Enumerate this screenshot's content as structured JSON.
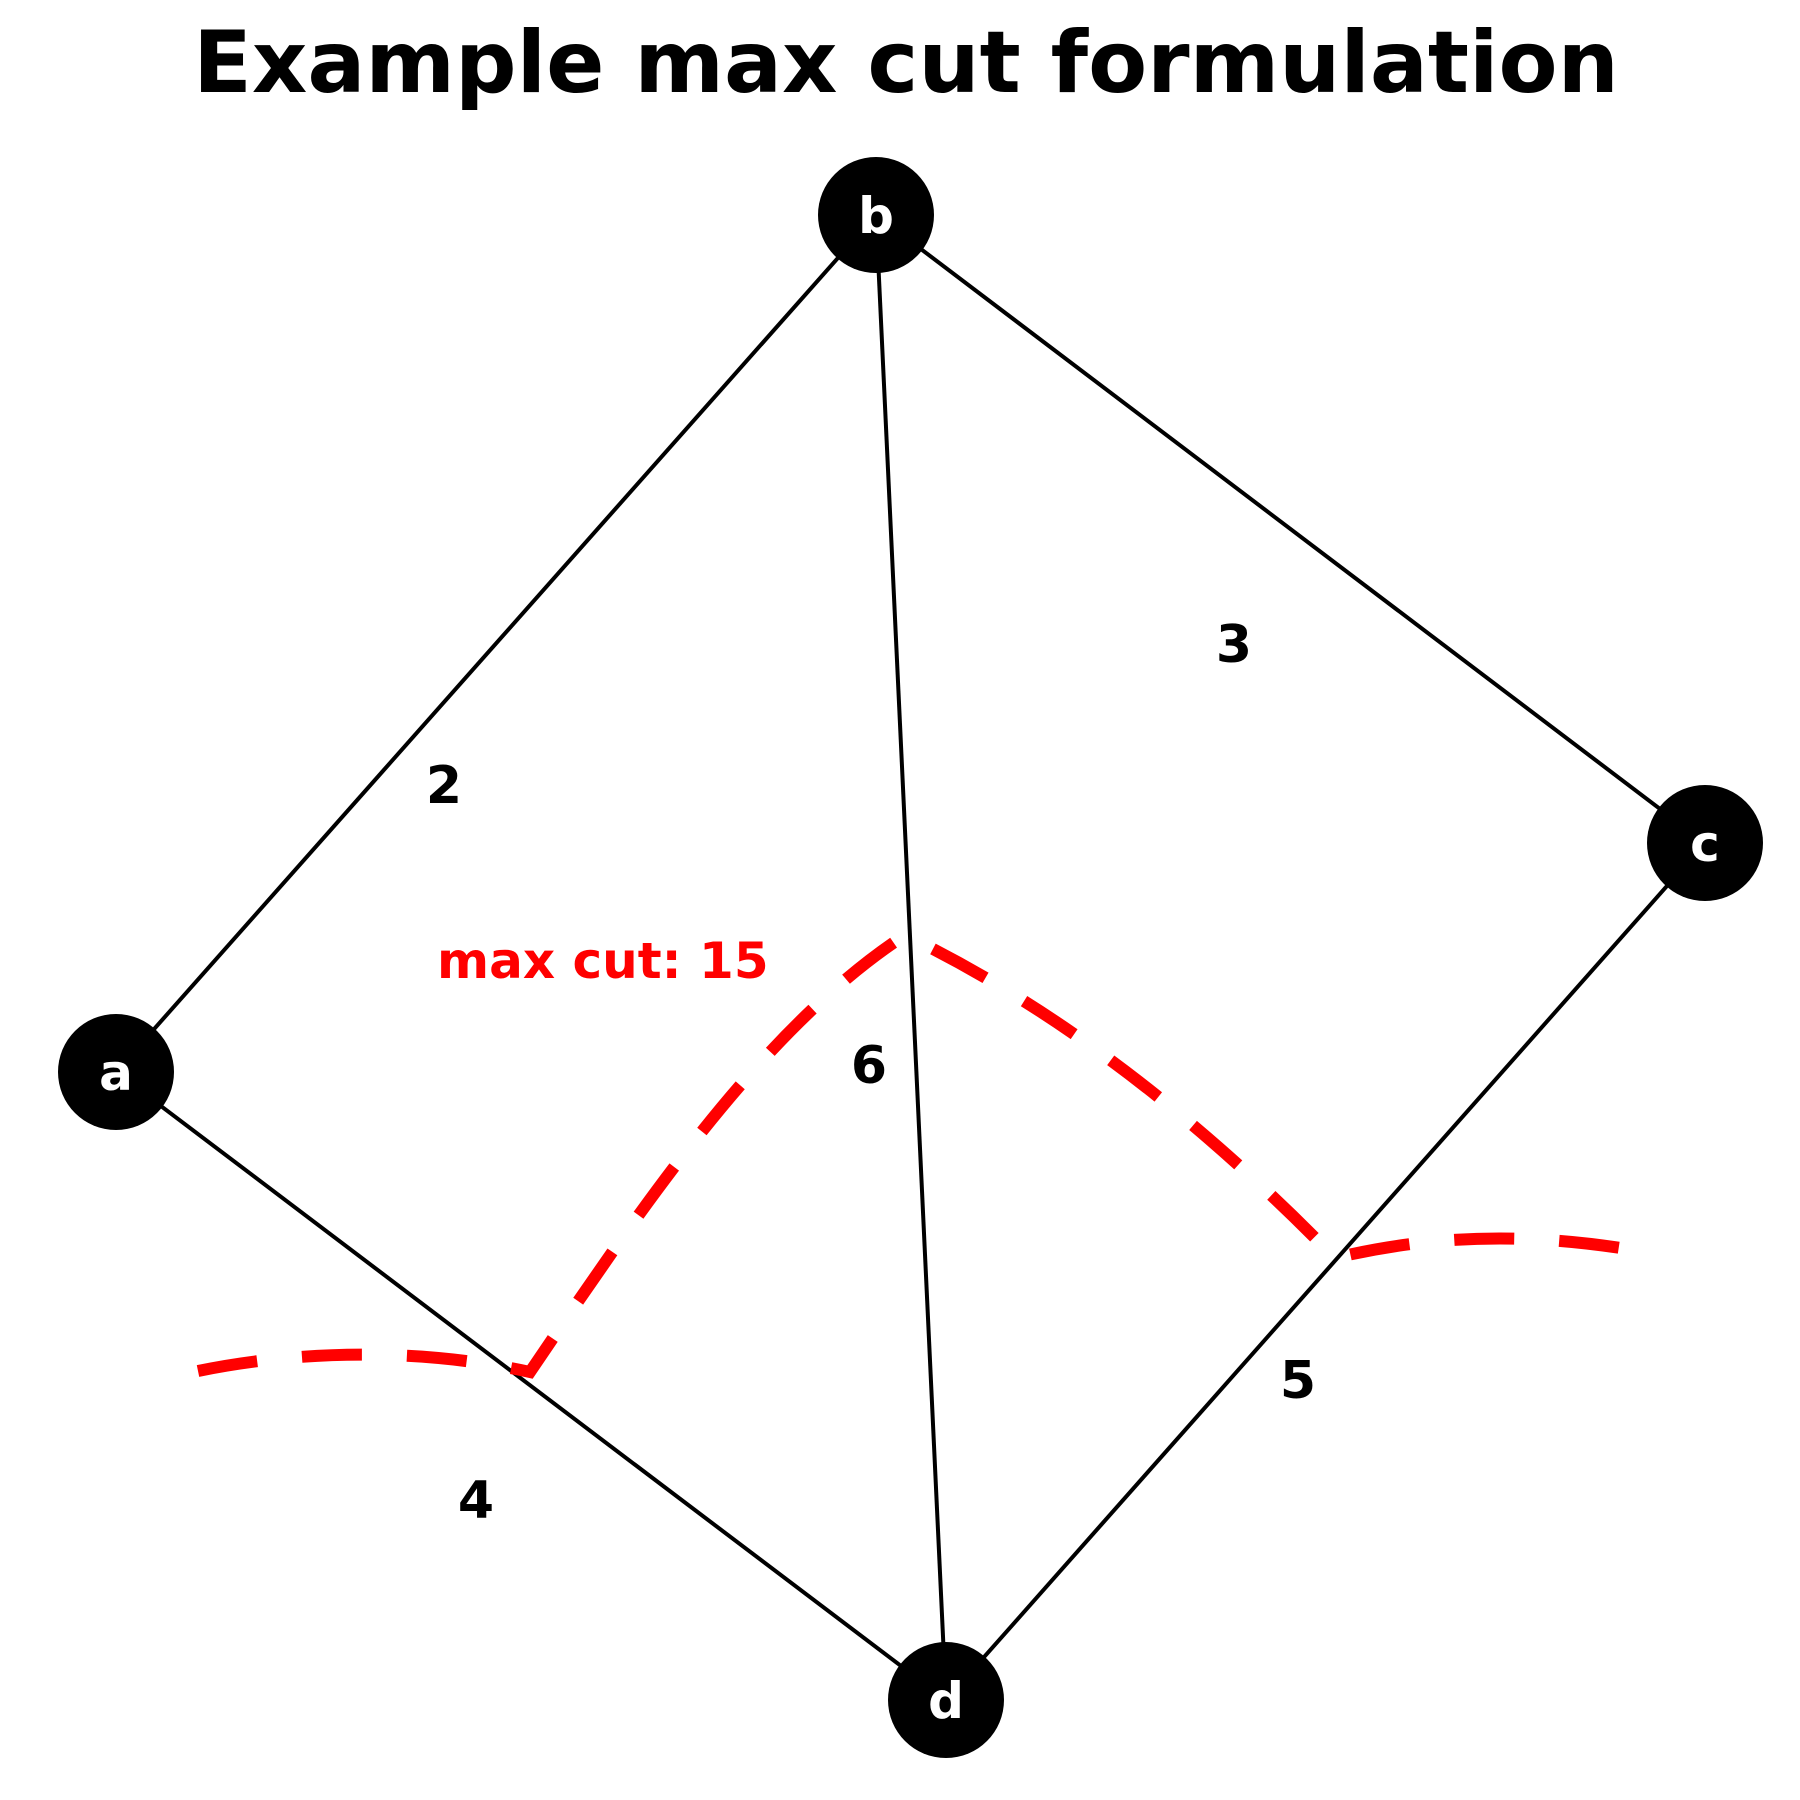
{
  "title": "Example max cut formulation",
  "nodes": {
    "a": "a",
    "b": "b",
    "c": "c",
    "d": "d"
  },
  "edges": {
    "ab": "2",
    "bc": "3",
    "bd": "6",
    "ad": "4",
    "cd": "5"
  },
  "cut": {
    "label": "max cut: 15",
    "color": "#ff0000"
  },
  "colors": {
    "node": "#000000",
    "node_text": "#ffffff",
    "edge": "#000000"
  }
}
